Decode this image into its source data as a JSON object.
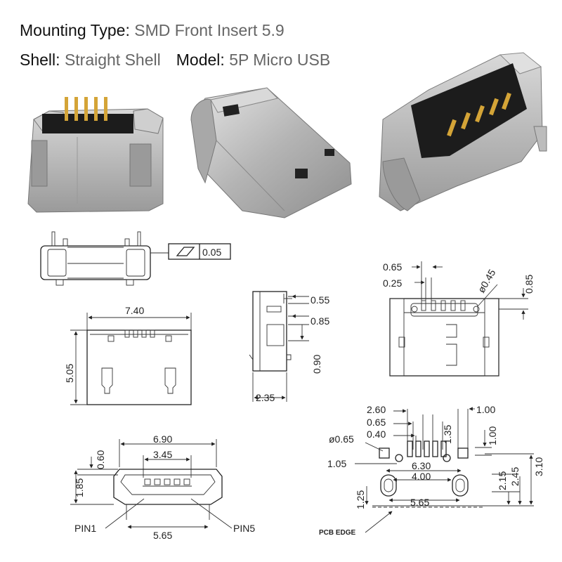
{
  "header": {
    "mounting_type_label": "Mounting Type",
    "mounting_type_value": "SMD Front Insert 5.9",
    "shell_label": "Shell",
    "shell_value": "Straight Shell",
    "model_label": "Model",
    "model_value": "5P Micro USB"
  },
  "drawing": {
    "tolerance": "0.05",
    "dims": {
      "width_740": "7.40",
      "height_505": "5.05",
      "d055": "0.55",
      "d085a": "0.85",
      "d090": "0.90",
      "d235": "2.35",
      "d065a": "0.65",
      "d025": "0.25",
      "dia045": "ø0.45",
      "d085b": "0.85",
      "d690": "6.90",
      "d345": "3.45",
      "d060": "0.60",
      "d185": "1.85",
      "d565a": "5.65",
      "d260": "2.60",
      "d065b": "0.65",
      "d040": "0.40",
      "d135": "1.35",
      "d100a": "1.00",
      "d100b": "1.00",
      "dia065": "ø0.65",
      "d105": "1.05",
      "d630": "6.30",
      "d400": "4.00",
      "d215": "2.15",
      "d245": "2.45",
      "d310": "3.10",
      "d125": "1.25",
      "d565b": "5.65"
    },
    "labels": {
      "pin1": "PIN1",
      "pin5": "PIN5",
      "pcb_edge": "PCB EDGE"
    }
  },
  "colors": {
    "metal": "#b9b9b9",
    "metal_dark": "#8c8c8c",
    "plastic": "#1c1c1c",
    "gold": "#d4a437",
    "text_value": "#666666"
  }
}
